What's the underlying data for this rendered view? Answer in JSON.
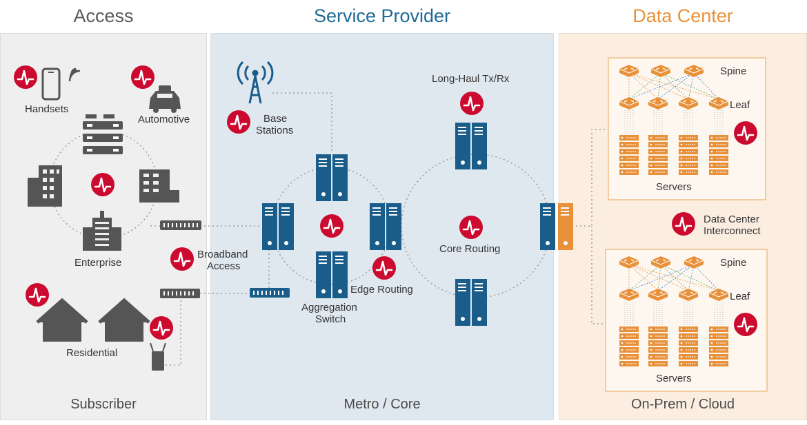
{
  "columns": {
    "access": {
      "title": "Access",
      "footer": "Subscriber"
    },
    "service_provider": {
      "title": "Service Provider",
      "footer": "Metro / Core"
    },
    "data_center": {
      "title": "Data Center",
      "footer": "On-Prem / Cloud"
    }
  },
  "labels": {
    "handsets": "Handsets",
    "automotive": "Automotive",
    "enterprise": "Enterprise",
    "residential": "Residential",
    "broadband_1": "Broadband",
    "broadband_2": "Access",
    "base_1": "Base",
    "base_2": "Stations",
    "long_haul": "Long-Haul Tx/Rx",
    "core_routing": "Core Routing",
    "edge_routing": "Edge Routing",
    "aggregation_1": "Aggregation",
    "aggregation_2": "Switch",
    "spine_top": "Spine",
    "leaf_top": "Leaf",
    "servers_top": "Servers",
    "dci_1": "Data Center",
    "dci_2": "Interconnect",
    "spine_bottom": "Spine",
    "leaf_bottom": "Leaf",
    "servers_bottom": "Servers"
  },
  "colors": {
    "access_title": "#5a5a5a",
    "sp_title": "#1e6a95",
    "dc_title": "#e8913a",
    "badge_red": "#cc092f",
    "server_blue": "#1a5d8a",
    "switch_orange": "#e8913a",
    "device_gray": "#555555"
  },
  "icons": [
    "chip-logo-badge",
    "smartphone-icon",
    "wifi-icon",
    "car-icon",
    "datacenter-icon",
    "building-icon",
    "house-icon",
    "router-icon",
    "cell-tower-icon",
    "server-rack-icon",
    "switch-icon",
    "server-stack-icon"
  ]
}
